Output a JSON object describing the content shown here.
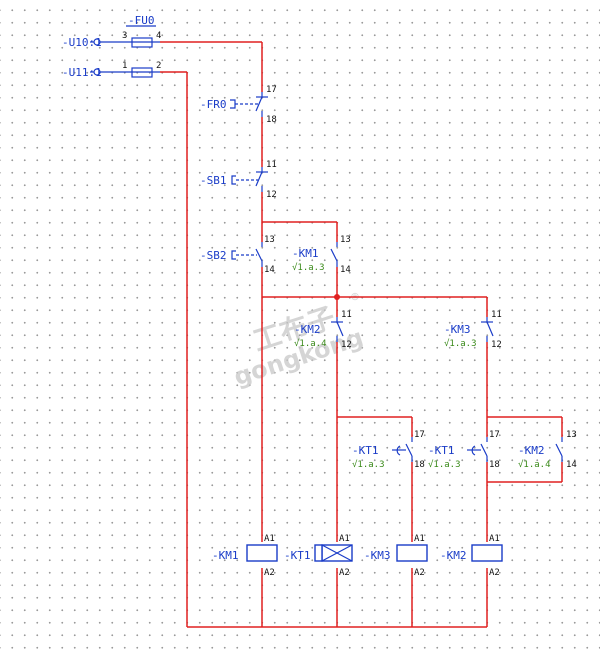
{
  "watermark": {
    "cn": "工布子",
    "en": "gongkong",
    "reg": "®"
  },
  "terminals": {
    "u10": "-U10:1",
    "u11": "-U11:1"
  },
  "fuse": {
    "tag": "-FU0",
    "pin_tl": "3",
    "pin_tr": "4",
    "pin_bl": "1",
    "pin_br": "2"
  },
  "fr0": {
    "tag": "-FR0",
    "pin_top": "17",
    "pin_bottom": "18"
  },
  "sb1": {
    "tag": "-SB1",
    "pin_top": "11",
    "pin_bottom": "12"
  },
  "sb2": {
    "tag": "-SB2",
    "pin_top": "13",
    "pin_bottom": "14"
  },
  "km1_nc_hold": {
    "tag": "-KM1",
    "ref": "√1.a.3",
    "pin_top": "13",
    "pin_bottom": "14"
  },
  "km2_nc": {
    "tag": "-KM2",
    "ref": "√1.a.4",
    "pin_top": "11",
    "pin_bottom": "12"
  },
  "km3_nc": {
    "tag": "-KM3",
    "ref": "√1.a.3",
    "pin_top": "11",
    "pin_bottom": "12"
  },
  "kt1_a": {
    "tag": "-KT1",
    "ref": "√1.a.3",
    "pin_top": "17",
    "pin_bottom": "18"
  },
  "kt1_b": {
    "tag": "-KT1",
    "ref": "√1.a.3",
    "pin_top": "17",
    "pin_bottom": "18"
  },
  "km2_no": {
    "tag": "-KM2",
    "ref": "√1.a.4",
    "pin_top": "13",
    "pin_bottom": "14"
  },
  "coils": [
    {
      "tag": "-KM1",
      "a1": "A1",
      "a2": "A2"
    },
    {
      "tag": "-KT1",
      "a1": "A1",
      "a2": "A2"
    },
    {
      "tag": "-KM3",
      "a1": "A1",
      "a2": "A2"
    },
    {
      "tag": "-KM2",
      "a1": "A1",
      "a2": "A2"
    }
  ]
}
